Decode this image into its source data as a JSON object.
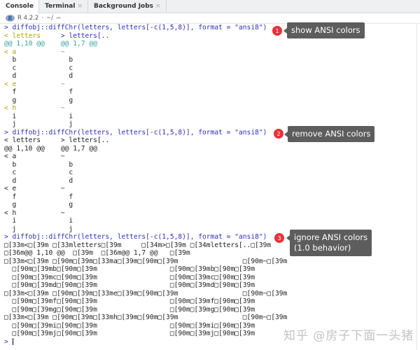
{
  "tabs": [
    {
      "label": "Console",
      "active": true
    },
    {
      "label": "Terminal",
      "close": "×"
    },
    {
      "label": "Background Jobs",
      "close": "×"
    }
  ],
  "subbar": {
    "r_logo": "R",
    "version": "R 4.2.2",
    "sep": "·",
    "path": "~/",
    "icon": "go-to-directory-icon"
  },
  "colors": {
    "prompt": "#2e2ec2",
    "deleted": "#b3a40c",
    "inserted": "#2e2ec2",
    "hunk": "#37a09a",
    "gutter": "#8a8a8a",
    "plain": "#222222",
    "badge": "#e8323a",
    "tooltip": "#5d5d5d"
  },
  "console": {
    "blocks": [
      {
        "lines": [
          [
            {
              "t": "> diffobj::diffChr(letters, letters[-c(1,5,8)], format = \"ansi8\")",
              "c": "prompt"
            }
          ],
          [
            {
              "t": "< letters     ",
              "c": "deleted"
            },
            {
              "t": "> letters[..",
              "c": "inserted"
            }
          ],
          [
            {
              "t": "@@ 1,10 @@    @@ 1,7 @@",
              "c": "hunk"
            }
          ],
          [
            {
              "t": "< a           ",
              "c": "deleted"
            },
            {
              "t": "~",
              "c": "gutter"
            }
          ],
          [
            {
              "t": "  b             b",
              "c": "plain"
            }
          ],
          [
            {
              "t": "  c             c",
              "c": "plain"
            }
          ],
          [
            {
              "t": "  d             d",
              "c": "plain"
            }
          ],
          [
            {
              "t": "< e           ",
              "c": "deleted"
            },
            {
              "t": "~",
              "c": "gutter"
            }
          ],
          [
            {
              "t": "  f             f",
              "c": "plain"
            }
          ],
          [
            {
              "t": "  g             g",
              "c": "plain"
            }
          ],
          [
            {
              "t": "< h           ",
              "c": "deleted"
            },
            {
              "t": "~",
              "c": "gutter"
            }
          ],
          [
            {
              "t": "  i             i",
              "c": "plain"
            }
          ],
          [
            {
              "t": "  j             j",
              "c": "plain"
            }
          ]
        ]
      },
      {
        "lines": [
          [
            {
              "t": "> diffobj::diffChr(letters, letters[-c(1,5,8)], format = \"ansi8\")",
              "c": "prompt"
            }
          ],
          [
            {
              "t": "< letters     > letters[..",
              "c": "plain"
            }
          ],
          [
            {
              "t": "@@ 1,10 @@    @@ 1,7 @@",
              "c": "plain"
            }
          ],
          [
            {
              "t": "< a           ~",
              "c": "plain"
            }
          ],
          [
            {
              "t": "  b             b",
              "c": "plain"
            }
          ],
          [
            {
              "t": "  c             c",
              "c": "plain"
            }
          ],
          [
            {
              "t": "  d             d",
              "c": "plain"
            }
          ],
          [
            {
              "t": "< e           ~",
              "c": "plain"
            }
          ],
          [
            {
              "t": "  f             f",
              "c": "plain"
            }
          ],
          [
            {
              "t": "  g             g",
              "c": "plain"
            }
          ],
          [
            {
              "t": "< h           ~",
              "c": "plain"
            }
          ],
          [
            {
              "t": "  i             i",
              "c": "plain"
            }
          ],
          [
            {
              "t": "  j             j",
              "c": "plain"
            }
          ]
        ]
      },
      {
        "lines": [
          [
            {
              "t": "> diffobj::diffChr(letters, letters[-c(1,5,8)], format = \"ansi8\")",
              "c": "prompt"
            }
          ],
          [
            {
              "t": "□[33m<□[39m □[33mletters□[39m     □[34m>□[39m □[34mletters[..□[39m",
              "c": "plain"
            }
          ],
          [
            {
              "t": "□[36m@@ 1,10 @@  □[39m  □[36m@@ 1,7 @@   □[39m",
              "c": "plain"
            }
          ],
          [
            {
              "t": "□[33m<□[39m □[90m□[39m□[33ma□[39m□[90m□[39m                □[90m~□[39m",
              "c": "plain"
            }
          ],
          [
            {
              "t": "  □[90m□[39mb□[90m□[39m                  □[90m□[39mb□[90m□[39m",
              "c": "plain"
            }
          ],
          [
            {
              "t": "  □[90m□[39mc□[90m□[39m                  □[90m□[39mc□[90m□[39m",
              "c": "plain"
            }
          ],
          [
            {
              "t": "  □[90m□[39md□[90m□[39m                  □[90m□[39md□[90m□[39m",
              "c": "plain"
            }
          ],
          [
            {
              "t": "□[33m<□[39m □[90m□[39m□[33me□[39m□[90m□[39m                □[90m~□[39m",
              "c": "plain"
            }
          ],
          [
            {
              "t": "  □[90m□[39mf□[90m□[39m                  □[90m□[39mf□[90m□[39m",
              "c": "plain"
            }
          ],
          [
            {
              "t": "  □[90m□[39mg□[90m□[39m                  □[90m□[39mg□[90m□[39m",
              "c": "plain"
            }
          ],
          [
            {
              "t": "□[33m<□[39m □[90m□[39m□[33mh□[39m□[90m□[39m                □[90m~□[39m",
              "c": "plain"
            }
          ],
          [
            {
              "t": "  □[90m□[39mi□[90m□[39m                  □[90m□[39mi□[90m□[39m",
              "c": "plain"
            }
          ],
          [
            {
              "t": "  □[90m□[39mj□[90m□[39m                  □[90m□[39mj□[90m□[39m",
              "c": "plain"
            }
          ]
        ]
      }
    ],
    "final_prompt": "> "
  },
  "callouts": [
    {
      "number": "1",
      "text": "show ANSI colors"
    },
    {
      "number": "2",
      "text": "remove ANSI colors"
    },
    {
      "number": "3",
      "text": "ignore ANSI colors",
      "text2": "(1.0 behavior)"
    }
  ],
  "watermark": "知乎 @房子下面一头猪"
}
